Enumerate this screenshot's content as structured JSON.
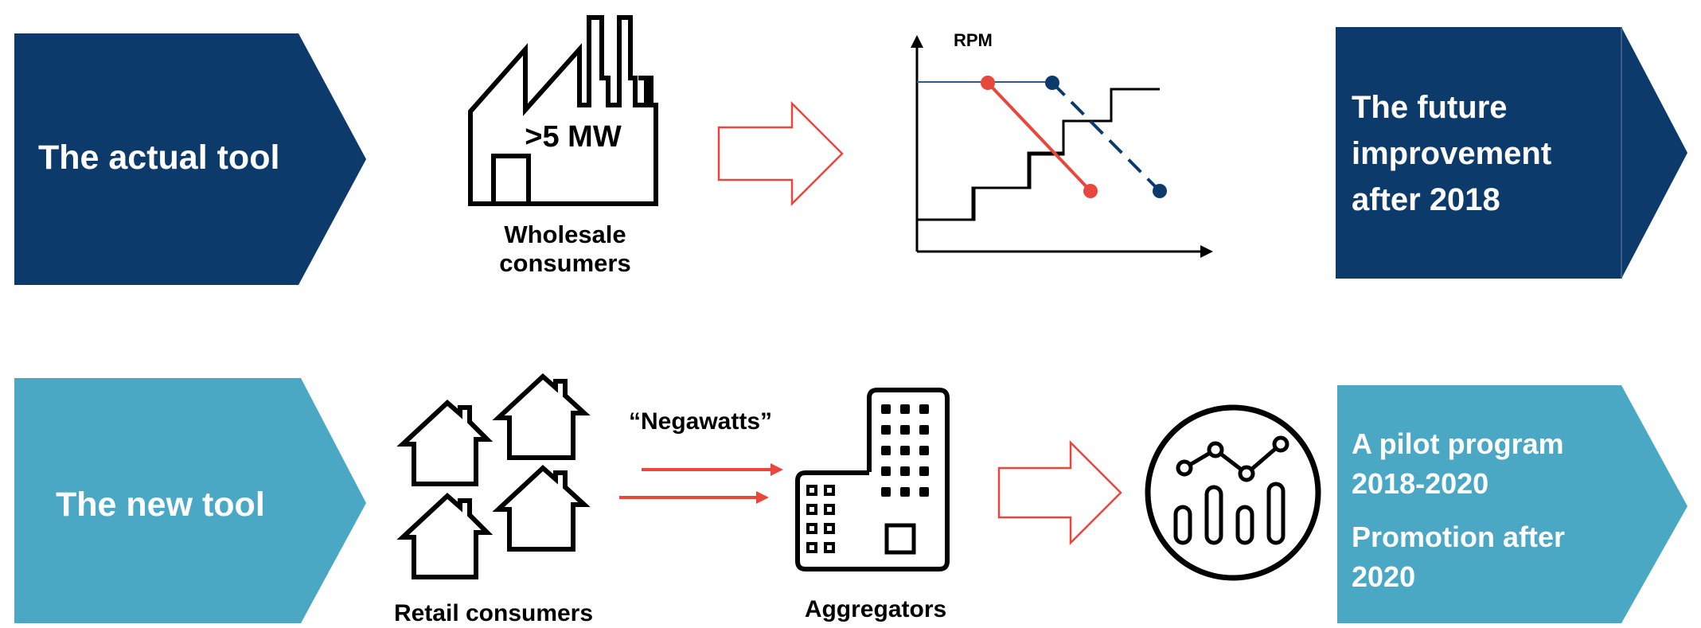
{
  "colors": {
    "dark_navy": "#0c3a6b",
    "light_teal": "#4aa8c4",
    "red": "#e8473c",
    "black": "#000000",
    "white": "#ffffff"
  },
  "top_row": {
    "left_chevron": {
      "text": "The actual tool"
    },
    "factory": {
      "label": ">5 MW",
      "caption_line1": "Wholesale",
      "caption_line2": "consumers",
      "icon": "factory-icon"
    },
    "arrow_icon": "outline-arrow-right-icon",
    "chart": {
      "label": "RPM",
      "icon": "supply-demand-step-chart"
    },
    "right_chevron": {
      "line1": "The future",
      "line2": "improvement",
      "line3": "after 2018"
    }
  },
  "bottom_row": {
    "left_chevron": {
      "text": "The new tool"
    },
    "houses": {
      "caption": "Retail consumers",
      "icon": "houses-icon"
    },
    "flow_label": "“Negawatts”",
    "building": {
      "caption": "Aggregators",
      "icon": "office-building-icon"
    },
    "arrow_icon": "outline-arrow-right-icon",
    "analytics_icon": "analytics-circle-icon",
    "right_chevron": {
      "line1": "A pilot program",
      "line2": "2018-2020",
      "line3": "Promotion after",
      "line4": "2020"
    }
  }
}
